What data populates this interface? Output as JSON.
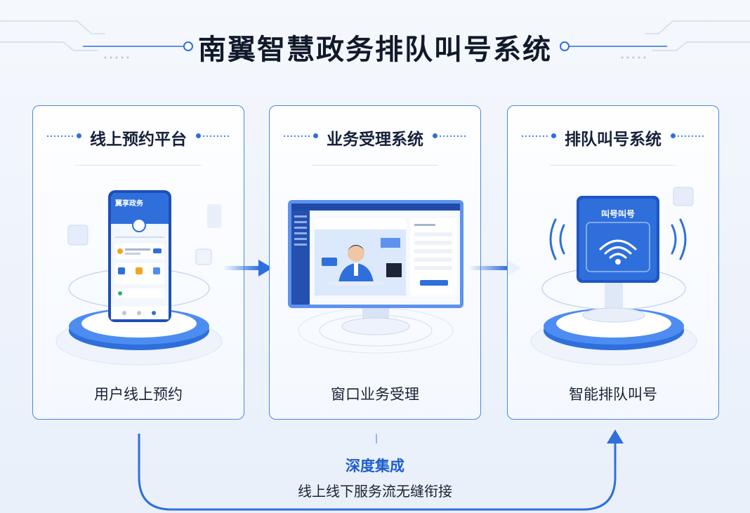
{
  "title": "南翼智慧政务排队叫号系统",
  "cards": [
    {
      "title": "线上预约平台",
      "caption": "用户线上预约"
    },
    {
      "title": "业务受理系统",
      "caption": "窗口业务受理"
    },
    {
      "title": "排队叫号系统",
      "caption": "智能排队叫号"
    }
  ],
  "phone_app_title": "翼享政务",
  "kiosk_label": "叫号叫号",
  "bottom": {
    "title": "深度集成",
    "subtitle": "线上线下服务流无缝衔接"
  },
  "colors": {
    "accent": "#2f6fdc",
    "border": "#4a86e8",
    "title": "#111a2b",
    "bottom_title": "#1c5fcf"
  }
}
